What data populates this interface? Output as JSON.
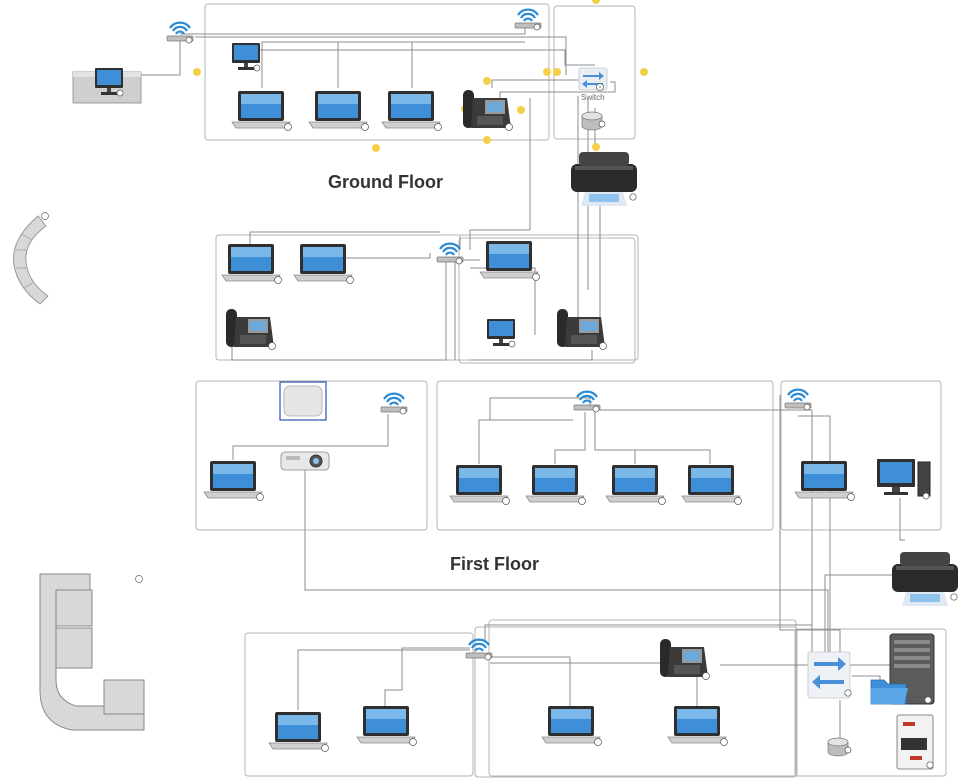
{
  "diagram": {
    "floor_labels": {
      "ground": "Ground Floor",
      "first": "First Floor"
    },
    "device_labels": {
      "switch": "Switch"
    },
    "colors": {
      "room_border": "#b5b5b5",
      "cable": "#8c8c8c",
      "screen": "#3f8fd8",
      "device_dark": "#2f2f2f",
      "wifi": "#2b8bd6",
      "connector_dot": "#f5cf4a",
      "switch_blue": "#4a90d9",
      "furniture": "#d8d8d8"
    },
    "icons": [
      "laptop-icon",
      "desktop-monitor-icon",
      "ip-phone-icon",
      "wifi-router-icon",
      "network-switch-icon",
      "printer-icon",
      "projector-icon",
      "server-tower-icon",
      "folder-icon",
      "ups-icon",
      "hub-icon",
      "sofa-icon",
      "info-icon"
    ]
  }
}
